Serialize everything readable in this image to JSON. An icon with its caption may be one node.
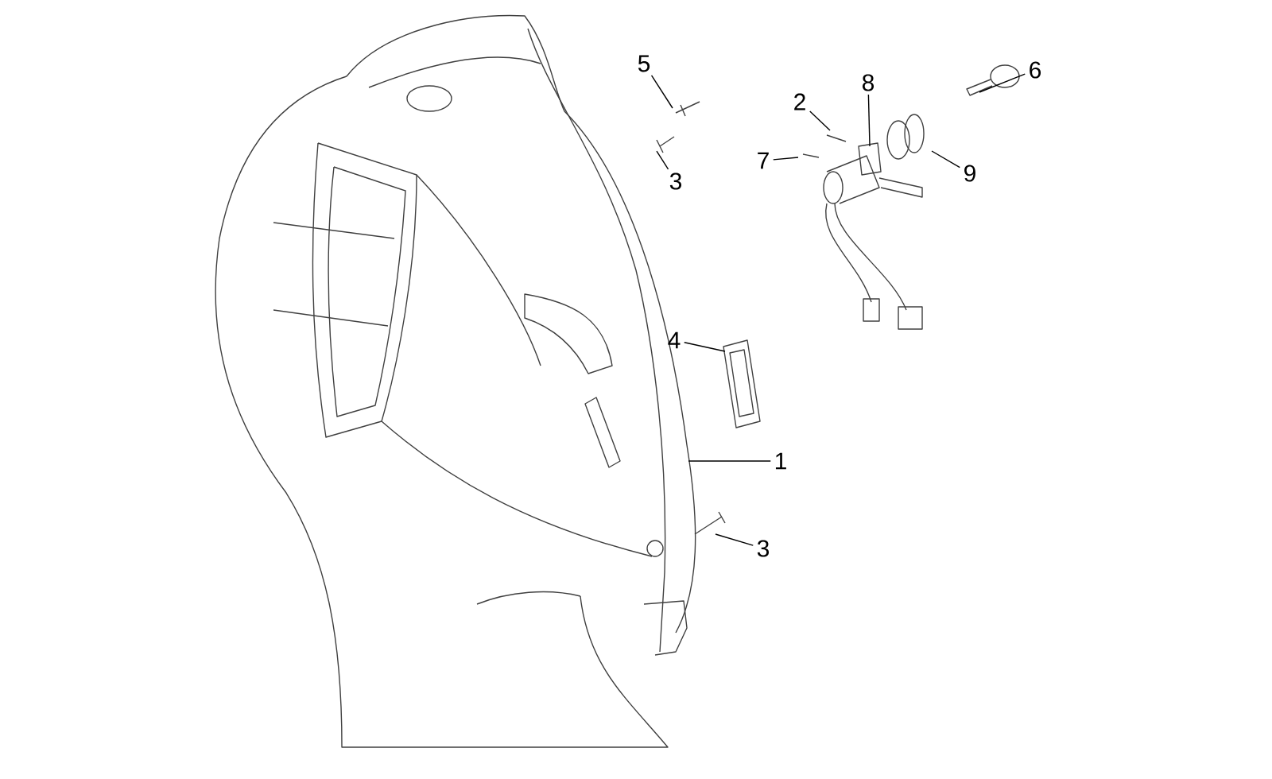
{
  "diagram": {
    "nodes": [
      {
        "text": [
          "5"
        ]
      },
      {
        "text": [
          "2"
        ]
      },
      {
        "text": [
          "8"
        ]
      },
      {
        "text": [
          "6"
        ]
      },
      {
        "text": [
          "3"
        ]
      },
      {
        "text": [
          "7"
        ]
      },
      {
        "text": [
          "9"
        ]
      },
      {
        "text": [
          "4"
        ]
      },
      {
        "text": [
          "1"
        ]
      },
      {
        "text": [
          "3"
        ]
      }
    ],
    "edges": [
      {
        "from": 0,
        "to": null,
        "arrow": "none"
      },
      {
        "from": 1,
        "to": null,
        "arrow": "none"
      },
      {
        "from": 2,
        "to": null,
        "arrow": "none"
      },
      {
        "from": 3,
        "to": null,
        "arrow": "none"
      },
      {
        "from": 4,
        "to": null,
        "arrow": "none"
      },
      {
        "from": 5,
        "to": null,
        "arrow": "none"
      },
      {
        "from": 6,
        "to": null,
        "arrow": "none"
      },
      {
        "from": 7,
        "to": null,
        "arrow": "none"
      },
      {
        "from": 8,
        "to": null,
        "arrow": "none"
      },
      {
        "from": 9,
        "to": null,
        "arrow": "none"
      }
    ]
  }
}
